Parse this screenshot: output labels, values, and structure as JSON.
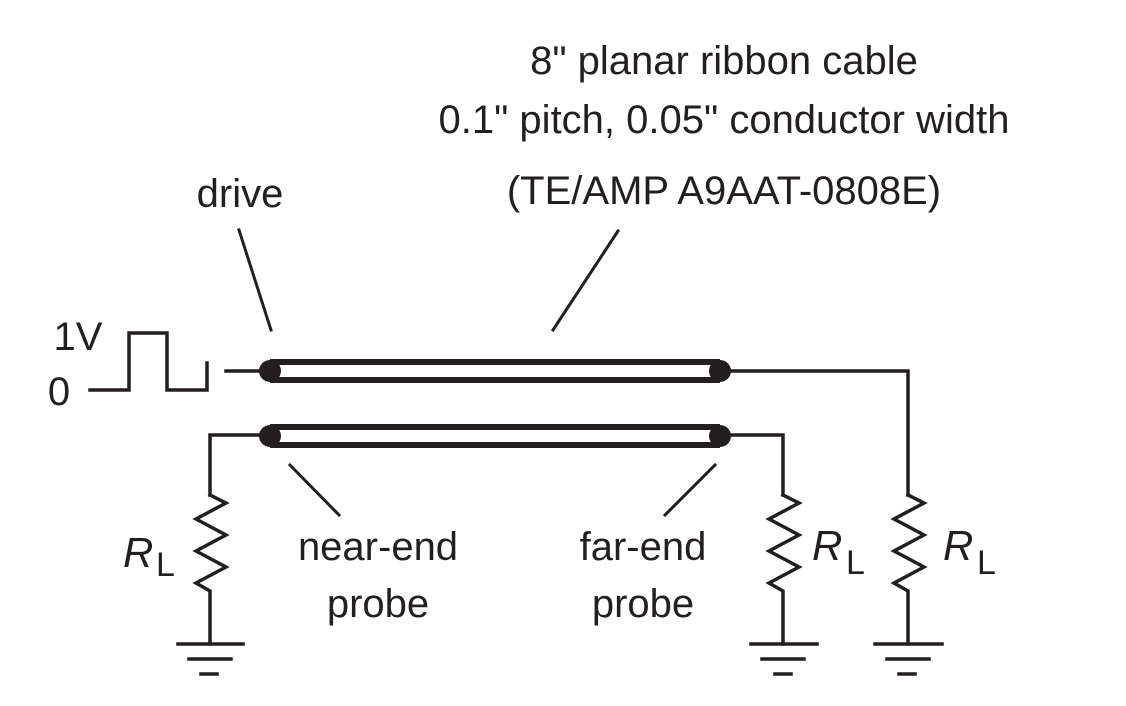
{
  "diagram": {
    "title_lines": [
      "8\" planar ribbon cable",
      "0.1\" pitch, 0.05\" conductor width",
      "(TE/AMP A9AAT-0808E)"
    ],
    "labels": {
      "drive": "drive",
      "pulse_high": "1V",
      "pulse_low": "0",
      "near_end_line1": "near-end",
      "near_end_line2": "probe",
      "far_end_line1": "far-end",
      "far_end_line2": "probe",
      "resistor_symbol": "R",
      "resistor_subscript": "L"
    },
    "components": [
      {
        "type": "pulse-source",
        "name": "drive-source"
      },
      {
        "type": "transmission-line",
        "name": "driven-conductor"
      },
      {
        "type": "transmission-line",
        "name": "victim-conductor"
      },
      {
        "type": "resistor",
        "name": "near-end-load",
        "label": "RL"
      },
      {
        "type": "resistor",
        "name": "far-end-victim-load",
        "label": "RL"
      },
      {
        "type": "resistor",
        "name": "far-end-drive-load",
        "label": "RL"
      },
      {
        "type": "ground",
        "count": 3
      }
    ],
    "colors": {
      "ink": "#231f20",
      "background": "#ffffff"
    }
  }
}
